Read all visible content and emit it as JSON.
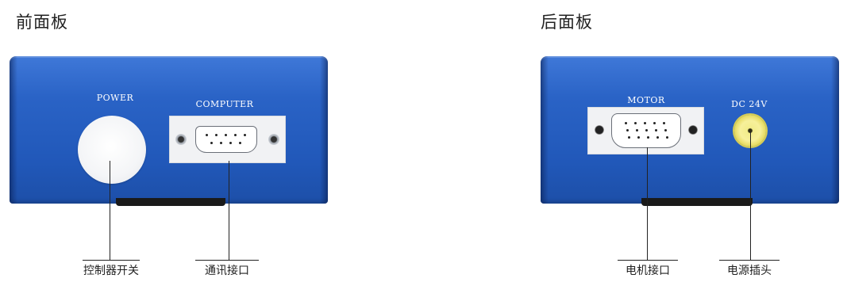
{
  "front_panel": {
    "title": "前面板",
    "power_label": "POWER",
    "computer_label": "COMPUTER",
    "captions": {
      "power_switch": "控制器开关",
      "comm_port": "通讯接口"
    }
  },
  "rear_panel": {
    "title": "后面板",
    "motor_label": "MOTOR",
    "dc_label": "DC  24V",
    "captions": {
      "motor_port": "电机接口",
      "power_plug": "电源插头"
    }
  },
  "colors": {
    "enclosure_blue": "#2a63c6",
    "dc_jack_yellow": "#f2ec8a",
    "caption_text": "#222222"
  },
  "icons": [
    "power-button-icon",
    "db9-connector-icon",
    "db15-connector-icon",
    "dc-jack-icon",
    "screw-icon"
  ]
}
